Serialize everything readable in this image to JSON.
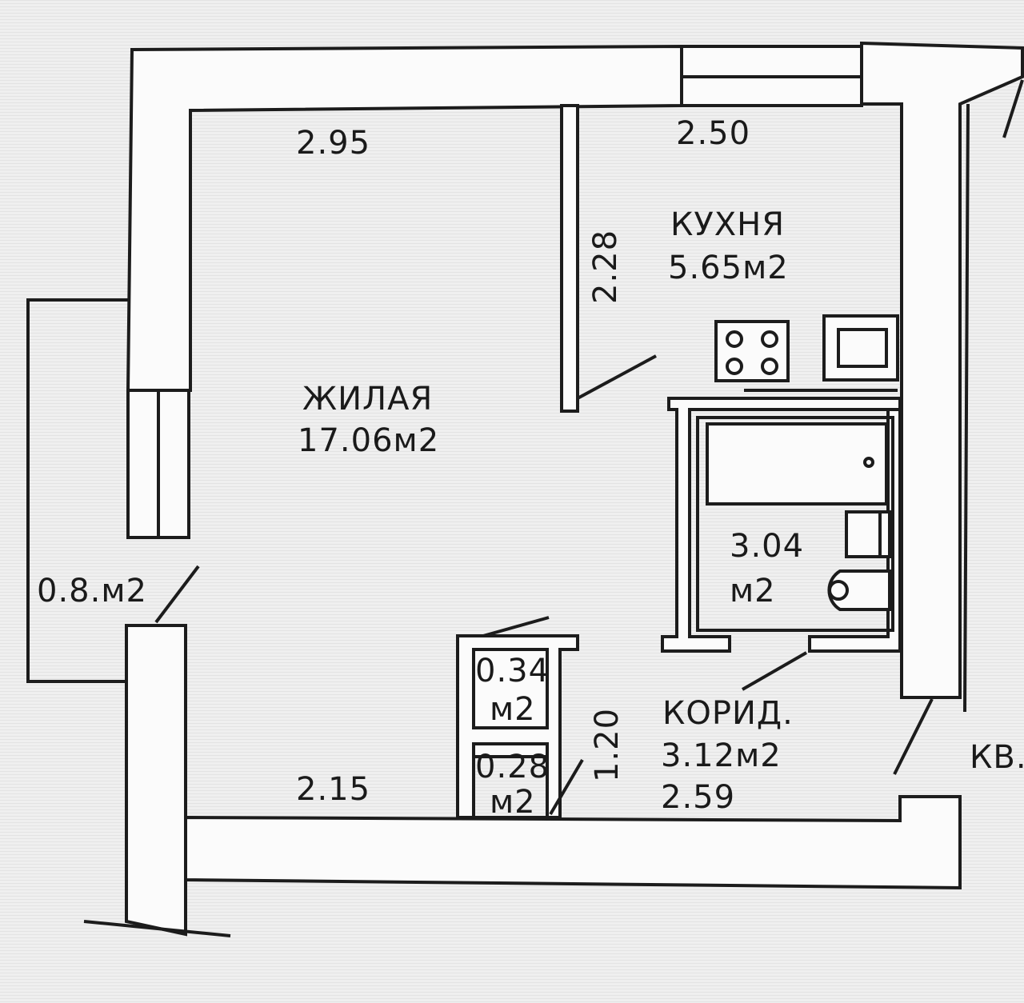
{
  "rooms": {
    "living": {
      "name": "ЖИЛАЯ",
      "area": "17.06м2"
    },
    "kitchen": {
      "name": "КУХНЯ",
      "area": "5.65м2"
    },
    "bathroom": {
      "area_value": "3.04",
      "area_unit": "м2"
    },
    "corridor": {
      "name": "КОРИД.",
      "area": "3.12м2",
      "dimension": "2.59"
    },
    "balcony": {
      "area": "0.8.м2"
    },
    "closet_1": {
      "area_value": "0.34",
      "area_unit": "м2"
    },
    "closet_2": {
      "area_value": "0.28",
      "area_unit": "м2"
    }
  },
  "dimensions": {
    "living_top": "2.95",
    "kitchen_top": "2.50",
    "kitchen_side": "2.28",
    "living_bottom": "2.15",
    "corridor_side": "1.20"
  },
  "outside_label": "КВ."
}
